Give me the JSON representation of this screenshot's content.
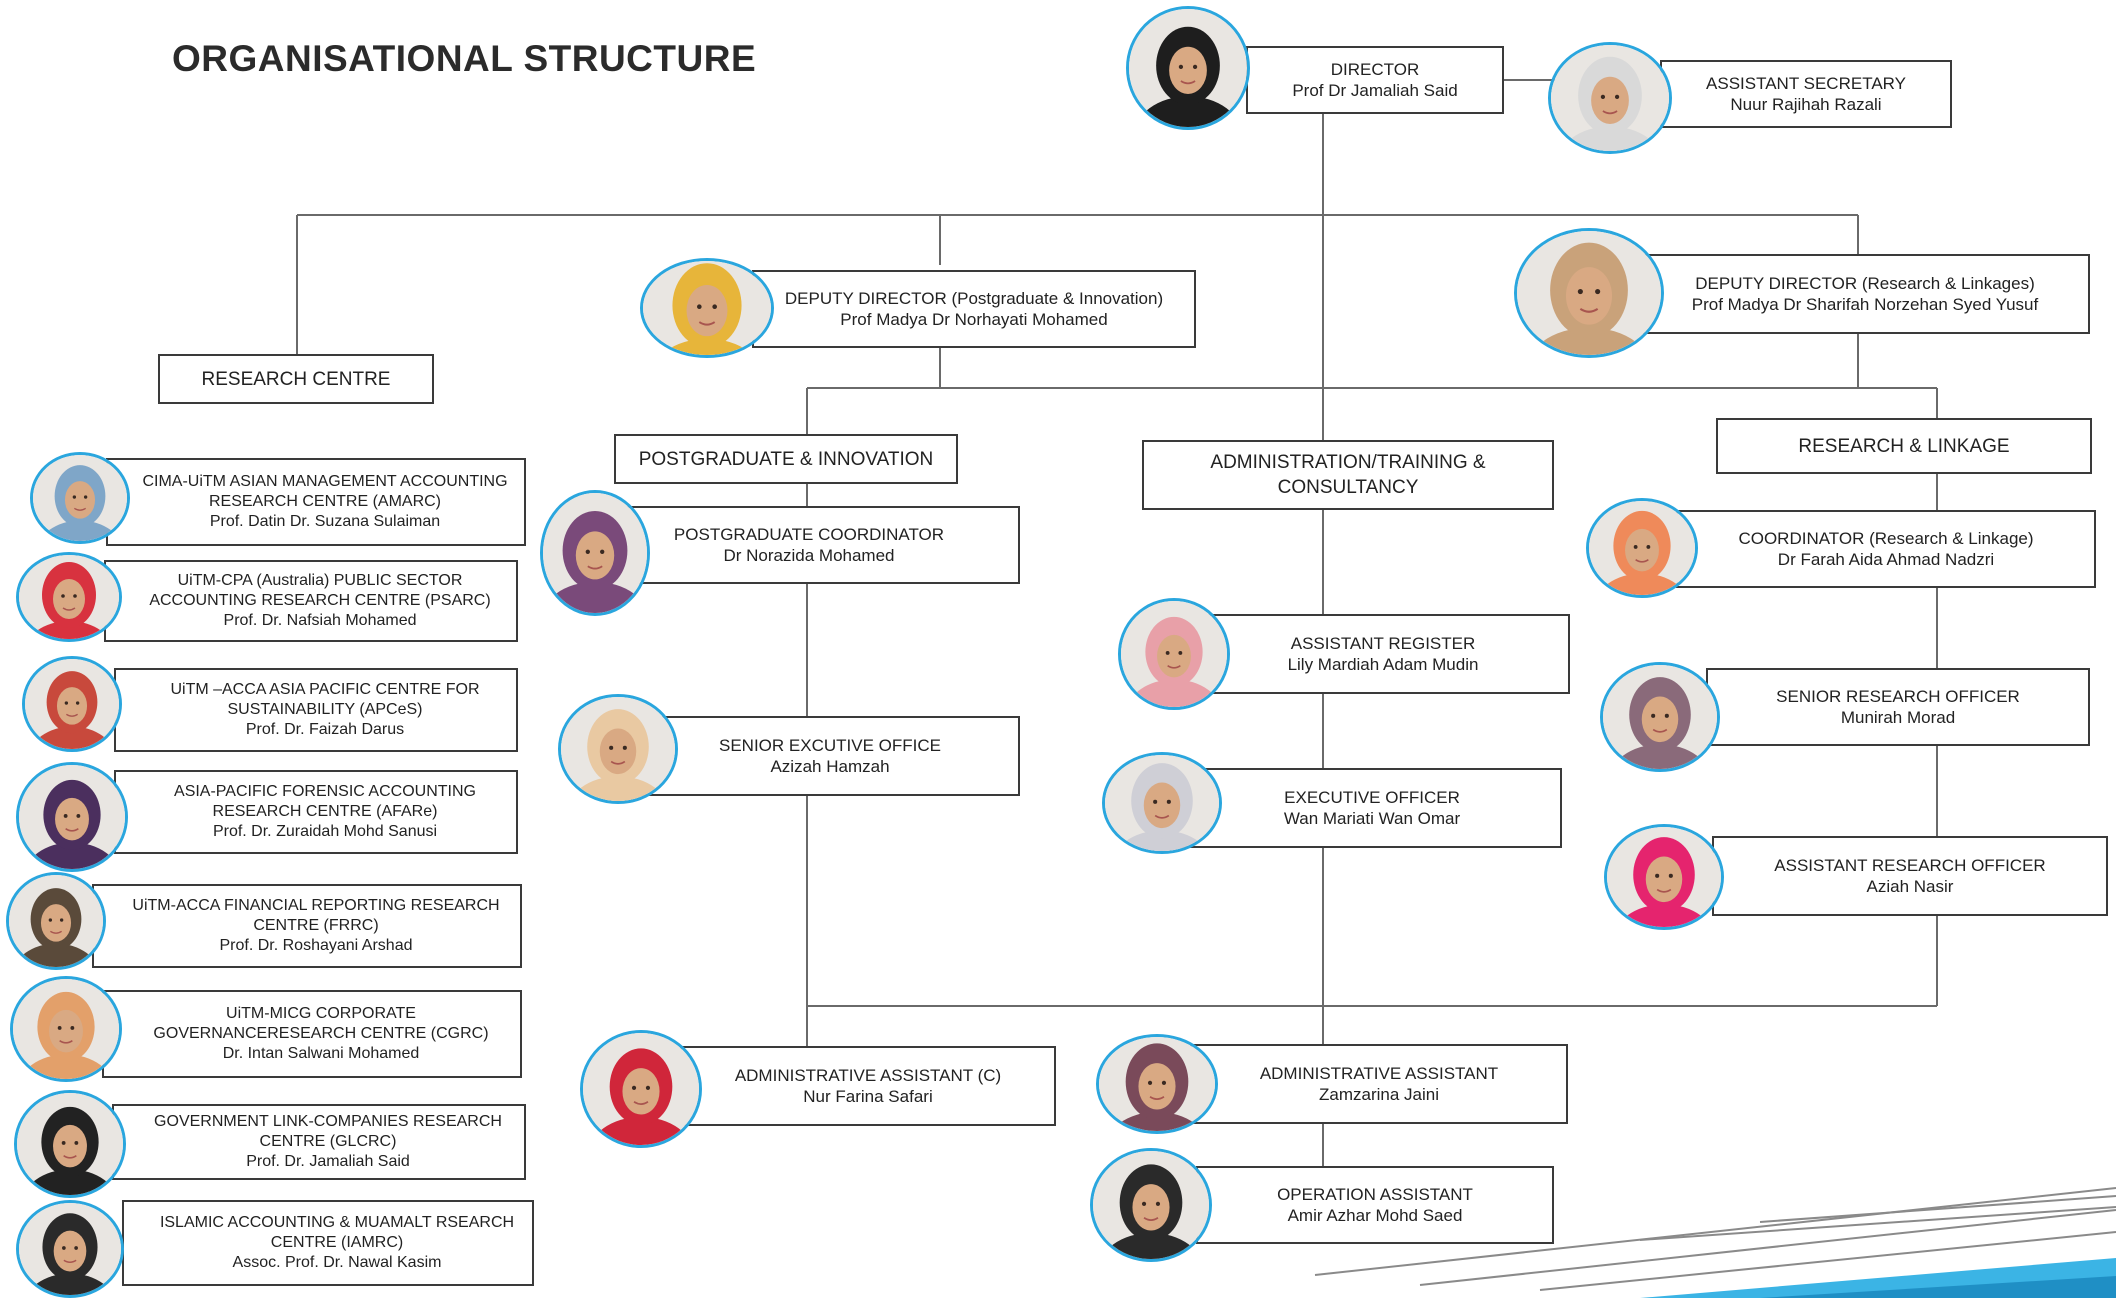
{
  "title": "ORGANISATIONAL STRUCTURE",
  "director": {
    "role": "DIRECTOR",
    "name": "Prof Dr Jamaliah Said"
  },
  "assistant_secretary": {
    "role": "ASSISTANT SECRETARY",
    "name": "Nuur Rajihah Razali"
  },
  "deputy_pg": {
    "role": "DEPUTY DIRECTOR (Postgraduate & Innovation)",
    "name": "Prof Madya Dr Norhayati Mohamed"
  },
  "deputy_rl": {
    "role": "DEPUTY DIRECTOR (Research & Linkages)",
    "name": "Prof Madya Dr Sharifah Norzehan Syed Yusuf"
  },
  "sections": {
    "research_centre": "RESEARCH CENTRE",
    "postgraduate": "POSTGRADUATE & INNOVATION",
    "admin_line1": "ADMINISTRATION/TRAINING &",
    "admin_line2": "CONSULTANCY",
    "research_linkage": "RESEARCH & LINKAGE"
  },
  "research_centres": [
    {
      "line1": "CIMA-UiTM ASIAN MANAGEMENT ACCOUNTING",
      "line2": "RESEARCH CENTRE (AMARC)",
      "name": "Prof. Datin Dr. Suzana Sulaiman",
      "scarf": "#7fa6c8"
    },
    {
      "line1": "UiTM-CPA (Australia) PUBLIC SECTOR",
      "line2": "ACCOUNTING RESEARCH CENTRE (PSARC)",
      "name": "Prof. Dr. Nafsiah Mohamed",
      "scarf": "#d8323f"
    },
    {
      "line1": "UiTM –ACCA ASIA PACIFIC CENTRE FOR",
      "line2": "SUSTAINABILITY (APCeS)",
      "name": "Prof. Dr. Faizah Darus",
      "scarf": "#c8493c"
    },
    {
      "line1": "ASIA-PACIFIC FORENSIC ACCOUNTING",
      "line2": "RESEARCH CENTRE (AFARe)",
      "name": "Prof. Dr. Zuraidah Mohd Sanusi",
      "scarf": "#4b2f5e"
    },
    {
      "line1": "UiTM-ACCA FINANCIAL REPORTING RESEARCH",
      "line2": "CENTRE (FRRC)",
      "name": "Prof. Dr. Roshayani Arshad",
      "scarf": "#5a4a3a"
    },
    {
      "line1": "UiTM-MICG CORPORATE",
      "line2": "GOVERNANCERESEARCH CENTRE (CGRC)",
      "name": "Dr. Intan Salwani Mohamed",
      "scarf": "#e3a06a"
    },
    {
      "line1": "GOVERNMENT LINK-COMPANIES RESEARCH",
      "line2": "CENTRE (GLCRC)",
      "name": "Prof. Dr. Jamaliah Said",
      "scarf": "#222222"
    },
    {
      "line1": "ISLAMIC ACCOUNTING & MUAMALT RSEARCH",
      "line2": "CENTRE (IAMRC)",
      "name": "Assoc. Prof. Dr. Nawal Kasim",
      "scarf": "#2a2a2a"
    }
  ],
  "pg_coordinator": {
    "role": "POSTGRADUATE COORDINATOR",
    "name": "Dr Norazida Mohamed"
  },
  "senior_exec": {
    "role": "SENIOR EXCUTIVE OFFICE",
    "name": "Azizah Hamzah"
  },
  "asst_register": {
    "role": "ASSISTANT REGISTER",
    "name": "Lily Mardiah Adam Mudin"
  },
  "exec_officer": {
    "role": "EXECUTIVE OFFICER",
    "name": "Wan Mariati Wan Omar"
  },
  "rl_coordinator": {
    "role": "COORDINATOR (Research & Linkage)",
    "name": "Dr Farah Aida Ahmad Nadzri"
  },
  "senior_research": {
    "role": "SENIOR RESEARCH OFFICER",
    "name": "Munirah Morad"
  },
  "asst_research": {
    "role": "ASSISTANT RESEARCH OFFICER",
    "name": "Aziah Nasir"
  },
  "admin_asst_c": {
    "role": "ADMINISTRATIVE ASSISTANT (C)",
    "name": "Nur Farina Safari"
  },
  "admin_asst": {
    "role": "ADMINISTRATIVE ASSISTANT",
    "name": "Zamzarina Jaini"
  },
  "operation_asst": {
    "role": "OPERATION ASSISTANT",
    "name": "Amir Azhar Mohd Saed"
  },
  "colors": {
    "avatar_ring": "#2aa6de",
    "box_border": "#3a3a3a",
    "line": "#6a6a6a",
    "accent_stripe": "#3bb4e5"
  },
  "avatar_scarves": {
    "director": "#1e1e1e",
    "assistant_secretary": "#d9d9d9",
    "deputy_pg": "#e7b53a",
    "deputy_rl": "#c9a27a",
    "pg_coordinator": "#7a4a7a",
    "senior_exec": "#e9c9a2",
    "asst_register": "#e8a0a8",
    "exec_officer": "#cfcfd6",
    "rl_coordinator": "#ef8a5a",
    "senior_research": "#8a6a7a",
    "asst_research": "#e5246e",
    "admin_asst_c": "#d0263a",
    "admin_asst": "#7a4a5a",
    "operation_asst": "#2a2a2a"
  }
}
